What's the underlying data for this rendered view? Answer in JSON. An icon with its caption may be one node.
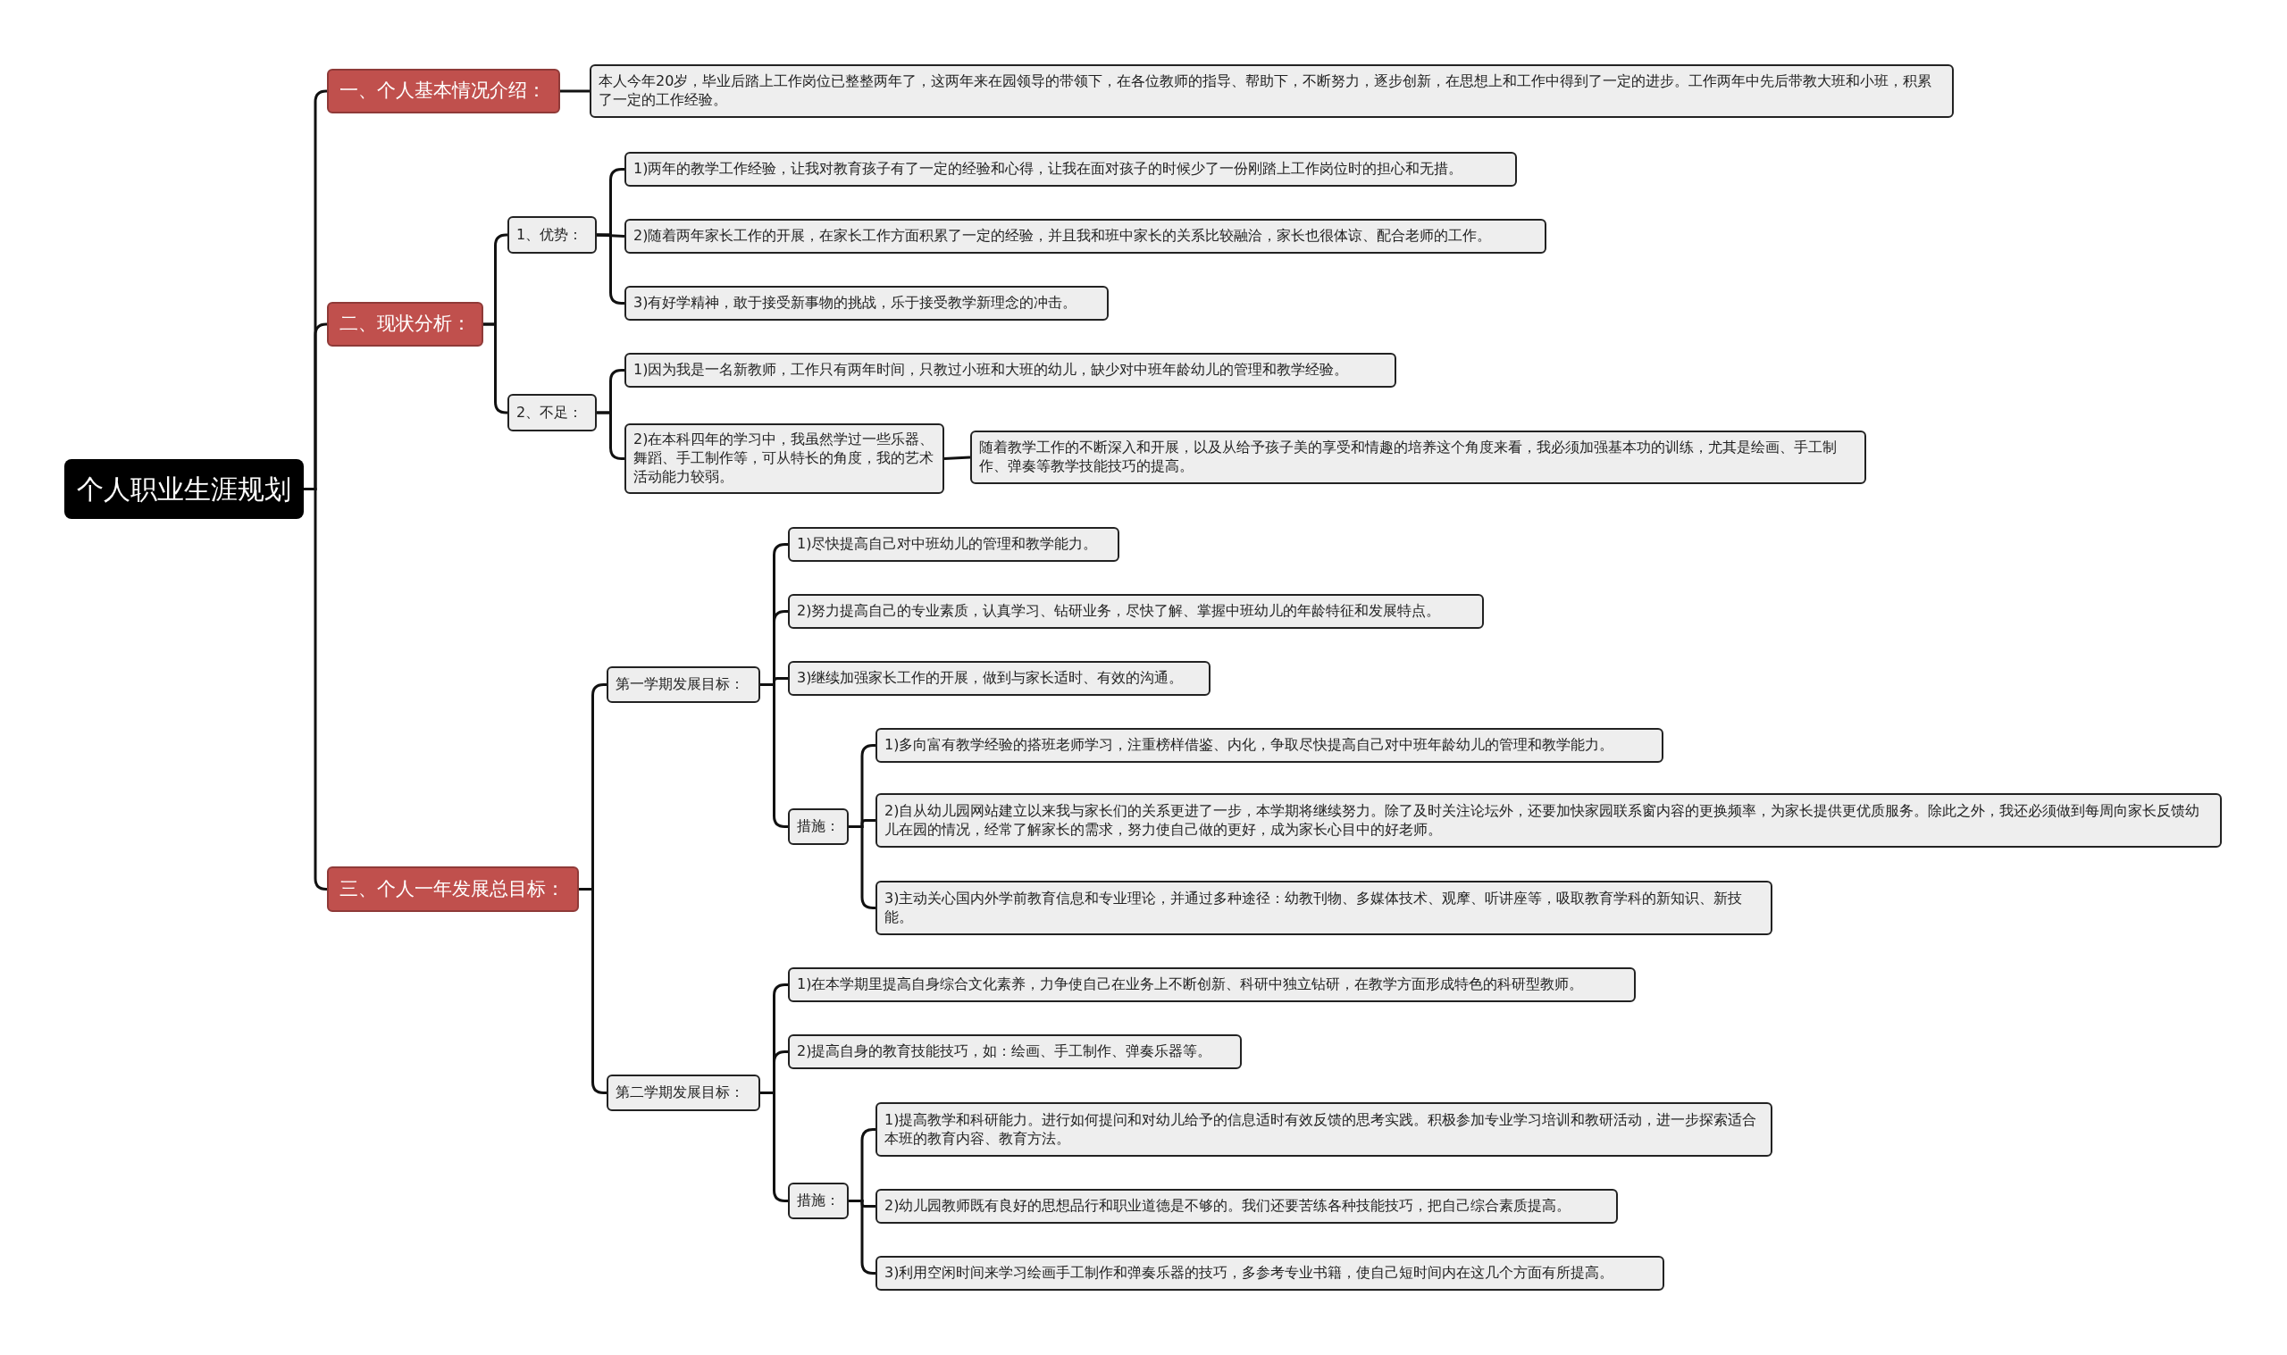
{
  "diagram": {
    "nodes": [
      {
        "text": [
          "个人职业生涯规划"
        ]
      },
      {
        "text": [
          "一、个人基本情况介绍："
        ]
      },
      {
        "text": [
          "本人今年20岁，毕业后踏上工作岗位已整整两年了，这两年来在园领导的带领下，在各位教师的指导、帮助下，不断努力，逐步创新，在思想上和工作中得到了一定的进步。工作两年中先后带教大班和小班，积累了一定的工作经验。"
        ]
      },
      {
        "text": [
          "二、现状分析："
        ]
      },
      {
        "text": [
          "1、优势："
        ]
      },
      {
        "text": [
          "1)两年的教学工作经验，让我对教育孩子有了一定的经验和心得，让我在面对孩子的时候少了一份刚踏上工作岗位时的担心和无措。"
        ]
      },
      {
        "text": [
          "2)随着两年家长工作的开展，在家长工作方面积累了一定的经验，并且我和班中家长的关系比较融洽，家长也很体谅、配合老师的工作。"
        ]
      },
      {
        "text": [
          "3)有好学精神，敢于接受新事物的挑战，乐于接受教学新理念的冲击。"
        ]
      },
      {
        "text": [
          "2、不足："
        ]
      },
      {
        "text": [
          "1)因为我是一名新教师，工作只有两年时间，只教过小班和大班的幼儿，缺少对中班年龄幼儿的管理和教学经验。"
        ]
      },
      {
        "text": [
          "2)在本科四年的学习中，我虽然学过一些乐器、舞蹈、手工制作等，可从特长的角度，我的艺术活动能力较弱。"
        ]
      },
      {
        "text": [
          "随着教学工作的不断深入和开展，以及从给予孩子美的享受和情趣的培养这个角度来看，我必须加强基本功的训练，尤其是绘画、手工制作、弹奏等教学技能技巧的提高。"
        ]
      },
      {
        "text": [
          "三、个人一年发展总目标："
        ]
      },
      {
        "text": [
          "第一学期发展目标："
        ]
      },
      {
        "text": [
          "1)尽快提高自己对中班幼儿的管理和教学能力。"
        ]
      },
      {
        "text": [
          "2)努力提高自己的专业素质，认真学习、钻研业务，尽快了解、掌握中班幼儿的年龄特征和发展特点。"
        ]
      },
      {
        "text": [
          "3)继续加强家长工作的开展，做到与家长适时、有效的沟通。"
        ]
      },
      {
        "text": [
          "措施："
        ]
      },
      {
        "text": [
          "1)多向富有教学经验的搭班老师学习，注重榜样借鉴、内化，争取尽快提高自己对中班年龄幼儿的管理和教学能力。"
        ]
      },
      {
        "text": [
          "2)自从幼儿园网站建立以来我与家长们的关系更进了一步，本学期将继续努力。除了及时关注论坛外，还要加快家园联系窗内容的更换频率，为家长提供更优质服务。除此之外，我还必须做到每周向家长反馈幼儿在园的情况，经常了解家长的需求，努力使自己做的更好，成为家长心目中的好老师。"
        ]
      },
      {
        "text": [
          "3)主动关心国内外学前教育信息和专业理论，并通过多种途径：幼教刊物、多媒体技术、观摩、听讲座等，吸取教育学科的新知识、新技能。"
        ]
      },
      {
        "text": [
          "第二学期发展目标："
        ]
      },
      {
        "text": [
          "1)在本学期里提高自身综合文化素养，力争使自己在业务上不断创新、科研中独立钻研，在教学方面形成特色的科研型教师。"
        ]
      },
      {
        "text": [
          "2)提高自身的教育技能技巧，如：绘画、手工制作、弹奏乐器等。"
        ]
      },
      {
        "text": [
          "措施："
        ]
      },
      {
        "text": [
          "1)提高教学和科研能力。进行如何提问和对幼儿给予的信息适时有效反馈的思考实践。积极参加专业学习培训和教研活动，进一步探索适合本班的教育内容、教育方法。"
        ]
      },
      {
        "text": [
          "2)幼儿园教师既有良好的思想品行和职业道德是不够的。我们还要苦练各种技能技巧，把自己综合素质提高。"
        ]
      },
      {
        "text": [
          "3)利用空闲时间来学习绘画手工制作和弹奏乐器的技巧，多参考专业书籍，使自己短时间内在这几个方面有所提高。"
        ]
      }
    ],
    "edges": [
      {
        "from": 0,
        "to": 1,
        "arrow": "none"
      },
      {
        "from": 1,
        "to": 2,
        "arrow": "none"
      },
      {
        "from": 0,
        "to": 3,
        "arrow": "none"
      },
      {
        "from": 3,
        "to": 4,
        "arrow": "none"
      },
      {
        "from": 4,
        "to": 5,
        "arrow": "none"
      },
      {
        "from": 4,
        "to": 6,
        "arrow": "none"
      },
      {
        "from": 4,
        "to": 7,
        "arrow": "none"
      },
      {
        "from": 3,
        "to": 8,
        "arrow": "none"
      },
      {
        "from": 8,
        "to": 9,
        "arrow": "none"
      },
      {
        "from": 8,
        "to": 10,
        "arrow": "none"
      },
      {
        "from": 10,
        "to": 11,
        "arrow": "none"
      },
      {
        "from": 0,
        "to": 12,
        "arrow": "none"
      },
      {
        "from": 12,
        "to": 13,
        "arrow": "none"
      },
      {
        "from": 13,
        "to": 14,
        "arrow": "none"
      },
      {
        "from": 13,
        "to": 15,
        "arrow": "none"
      },
      {
        "from": 13,
        "to": 16,
        "arrow": "none"
      },
      {
        "from": 13,
        "to": 17,
        "arrow": "none"
      },
      {
        "from": 17,
        "to": 18,
        "arrow": "none"
      },
      {
        "from": 17,
        "to": 19,
        "arrow": "none"
      },
      {
        "from": 17,
        "to": 20,
        "arrow": "none"
      },
      {
        "from": 12,
        "to": 21,
        "arrow": "none"
      },
      {
        "from": 21,
        "to": 22,
        "arrow": "none"
      },
      {
        "from": 21,
        "to": 23,
        "arrow": "none"
      },
      {
        "from": 21,
        "to": 24,
        "arrow": "none"
      },
      {
        "from": 24,
        "to": 25,
        "arrow": "none"
      },
      {
        "from": 24,
        "to": 26,
        "arrow": "none"
      },
      {
        "from": 24,
        "to": 27,
        "arrow": "none"
      }
    ]
  }
}
